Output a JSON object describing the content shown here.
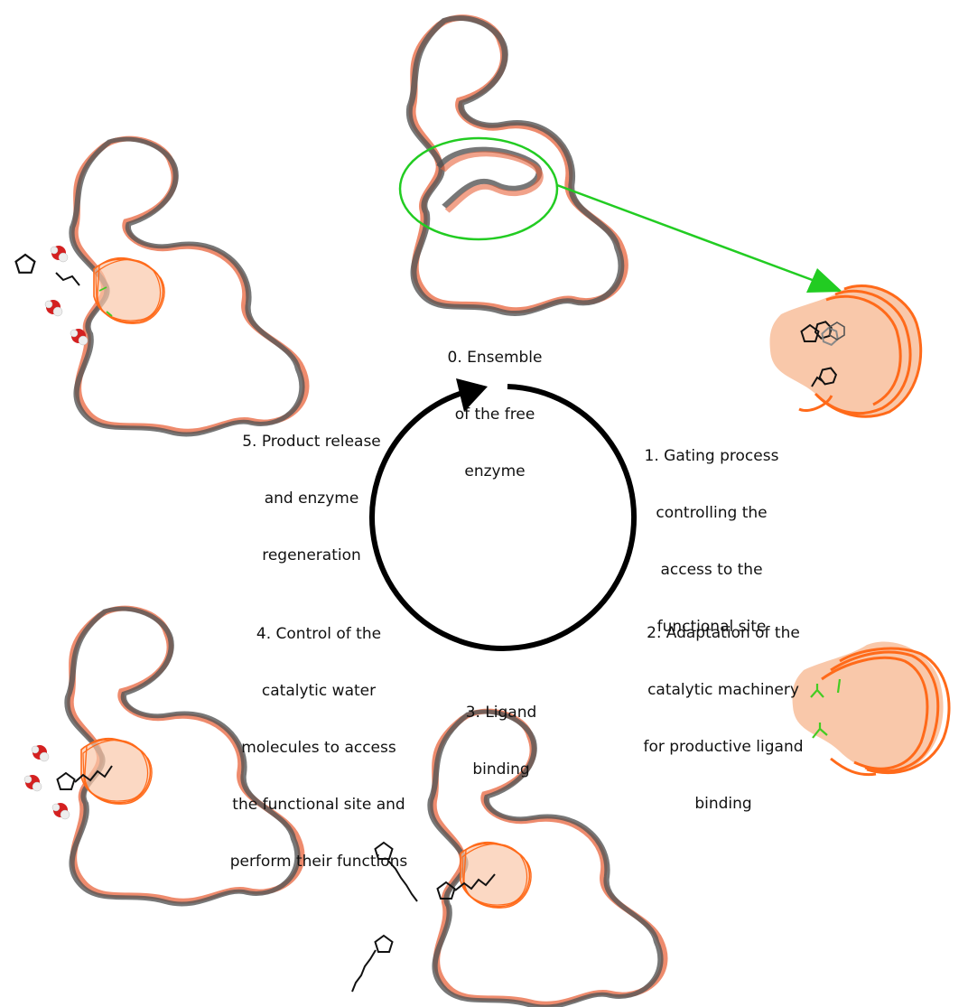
{
  "figure": {
    "steps": [
      {
        "id": "0",
        "lines": [
          "0. Ensemble",
          "of the free",
          "enzyme"
        ]
      },
      {
        "id": "1",
        "lines": [
          "1. Gating process",
          "controlling the",
          "access to the",
          "functional site"
        ]
      },
      {
        "id": "2",
        "lines": [
          "2. Adaptation of the",
          "catalytic machinery",
          "for productive ligand",
          "binding"
        ]
      },
      {
        "id": "3",
        "lines": [
          "3. Ligand",
          "binding"
        ]
      },
      {
        "id": "4",
        "lines": [
          "4. Control of the",
          "catalytic water",
          "molecules to access",
          "the functional site and",
          "perform their functions"
        ]
      },
      {
        "id": "5",
        "lines": [
          "5. Product release",
          "and enzyme",
          "regeneration"
        ]
      }
    ]
  },
  "colors": {
    "backbone_gray": "#555555",
    "backbone_orange": "#e8643c",
    "site_fill": "#f9c8aa",
    "site_stroke": "#ff6a1a",
    "highlight_green": "#22cc22",
    "cycle_arrow": "#000000",
    "water_oxygen": "#d42020",
    "water_hydrogen": "#eeeeee"
  },
  "icons": [
    "cycle-arrow-icon",
    "zoom-arrow-icon",
    "ligand-icon",
    "water-molecule-icon"
  ]
}
